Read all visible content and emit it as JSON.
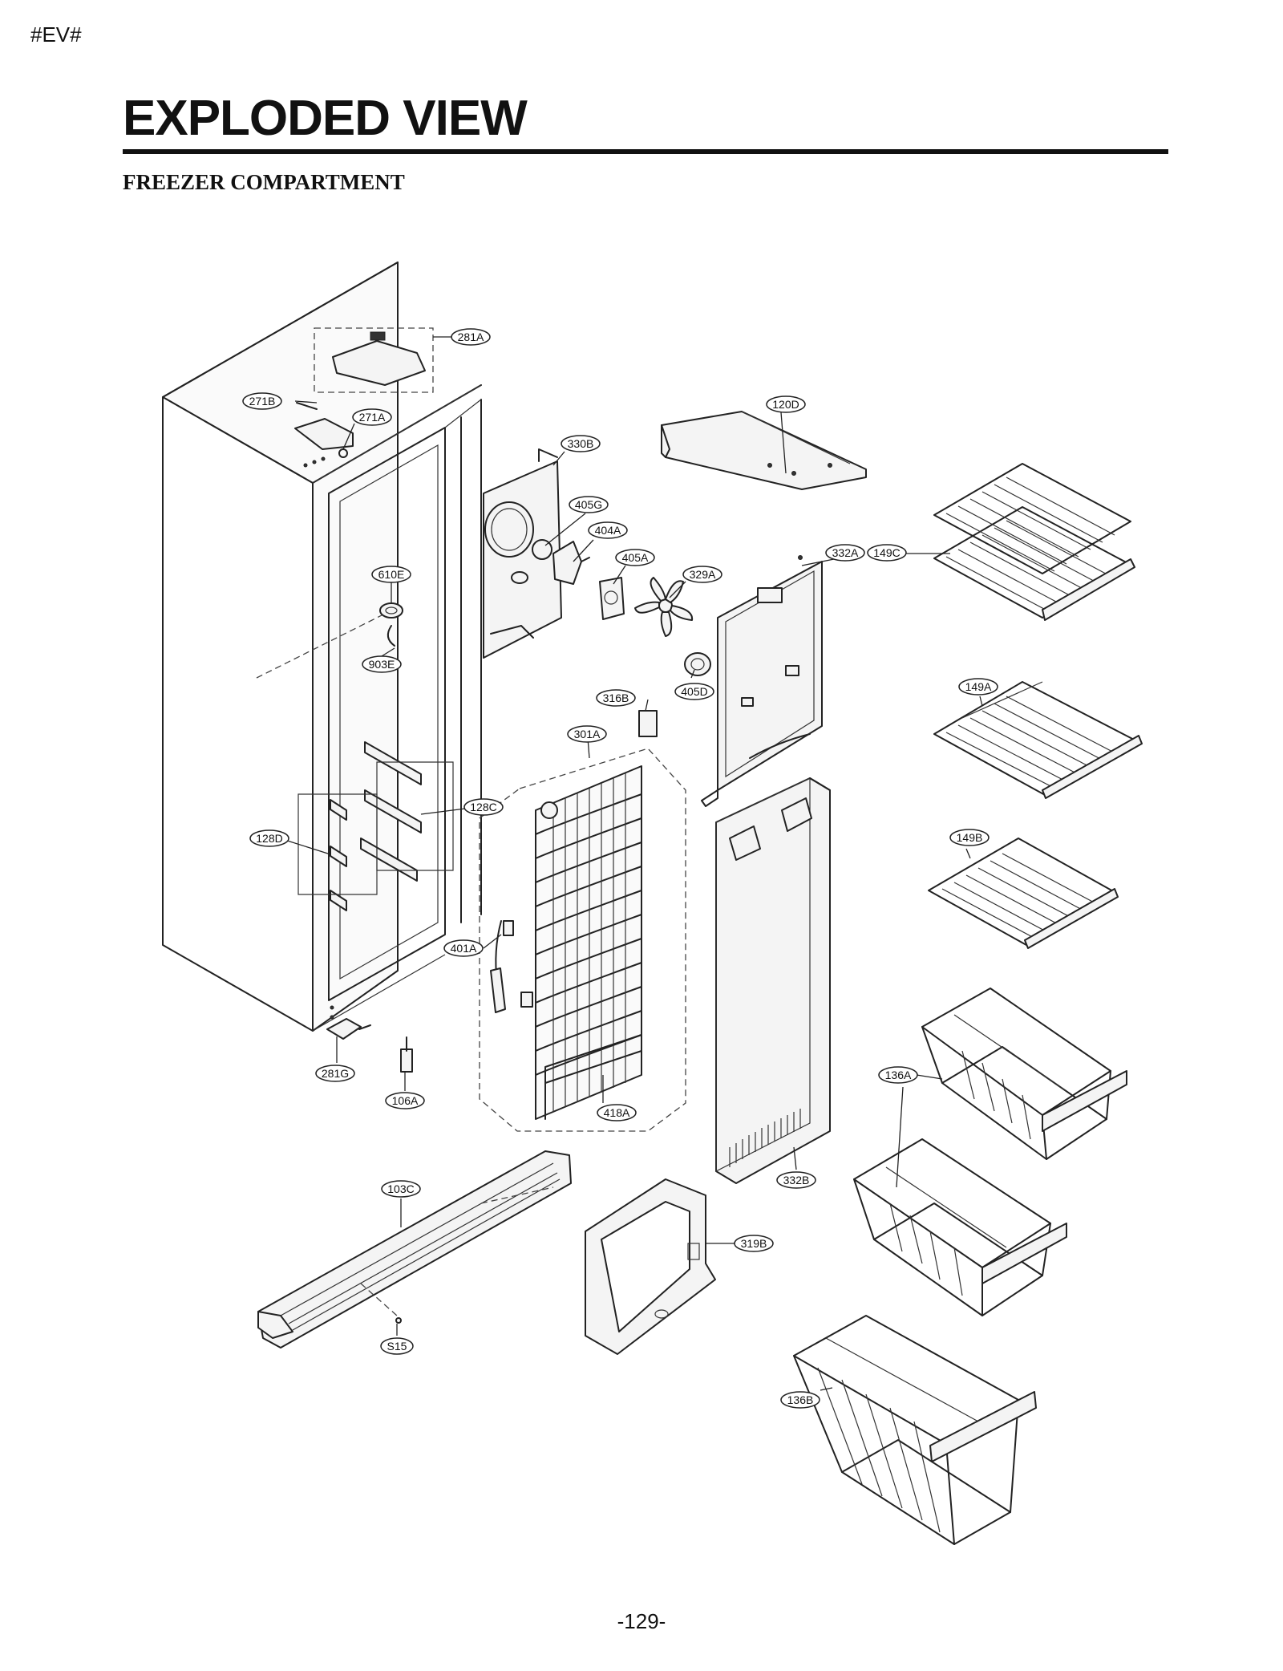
{
  "header": {
    "code": "#EV#",
    "title": "EXPLODED VIEW",
    "subtitle": "FREEZER COMPARTMENT"
  },
  "footer": {
    "page_number": "-129-"
  },
  "part_labels": {
    "l281A": "281A",
    "l271B": "271B",
    "l271A": "271A",
    "l120D": "120D",
    "l330B": "330B",
    "l405G": "405G",
    "l404A": "404A",
    "l405A": "405A",
    "l329A": "329A",
    "l332A": "332A",
    "l149C": "149C",
    "l610E": "610E",
    "l903E": "903E",
    "l316B": "316B",
    "l405D": "405D",
    "l149A": "149A",
    "l301A": "301A",
    "l128C": "128C",
    "l128D": "128D",
    "l149B": "149B",
    "l401A": "401A",
    "l281G": "281G",
    "l106A": "106A",
    "l418A": "418A",
    "l136A": "136A",
    "l332B": "332B",
    "l103C": "103C",
    "l319B": "319B",
    "l136B": "136B",
    "lS15": "S15"
  }
}
